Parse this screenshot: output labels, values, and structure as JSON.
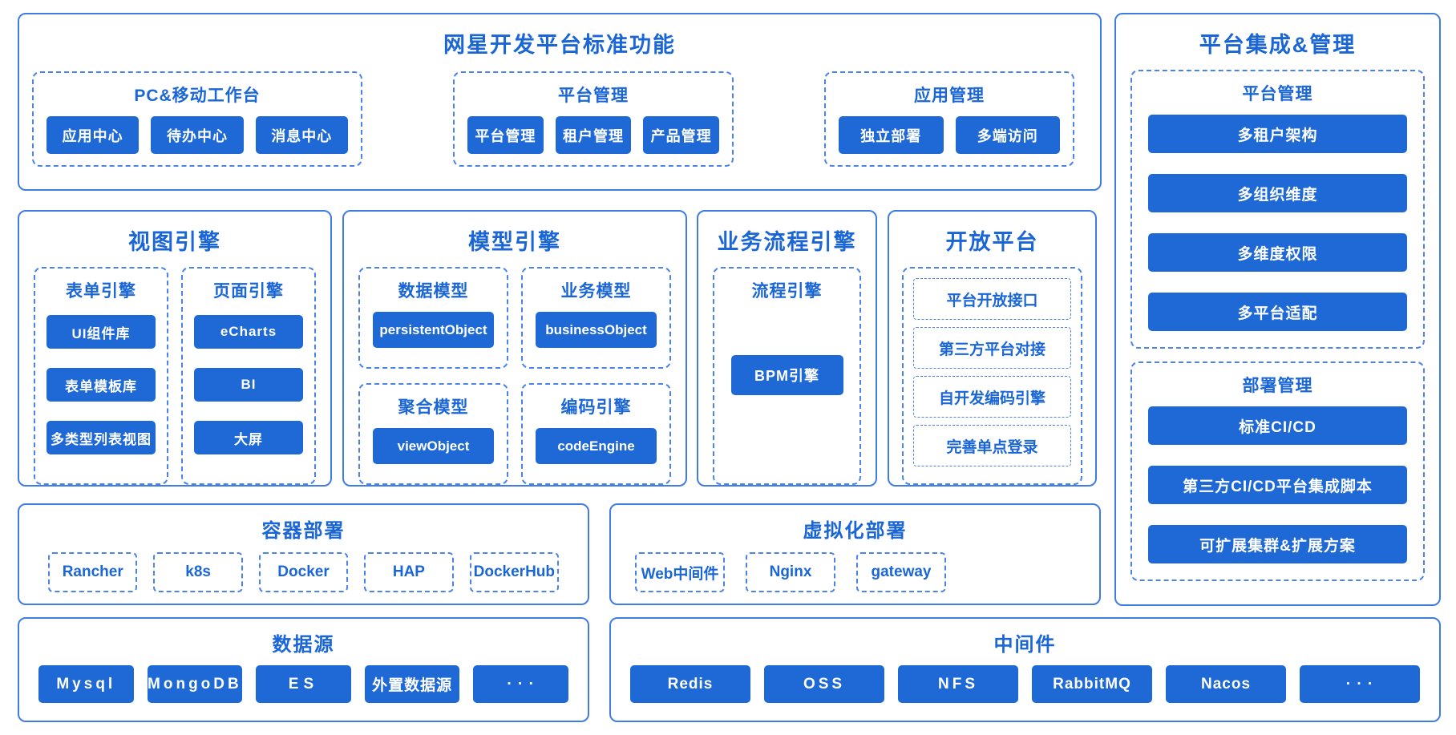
{
  "colors": {
    "accent": "#1a66d6",
    "block": "#1e69d6",
    "panel_border": "#3f7de2",
    "dashed_border": "#4b84e6"
  },
  "top_panel": {
    "title": "网星开发平台标准功能",
    "groups": [
      {
        "title": "PC&移动工作台",
        "items": [
          "应用中心",
          "待办中心",
          "消息中心"
        ]
      },
      {
        "title": "平台管理",
        "items": [
          "平台管理",
          "租户管理",
          "产品管理"
        ]
      },
      {
        "title": "应用管理",
        "items": [
          "独立部署",
          "多端访问"
        ]
      }
    ]
  },
  "view_engine": {
    "title": "视图引擎",
    "columns": [
      {
        "title": "表单引擎",
        "items": [
          "UI组件库",
          "表单模板库",
          "多类型列表视图"
        ]
      },
      {
        "title": "页面引擎",
        "items": [
          "eCharts",
          "BI",
          "大屏"
        ]
      }
    ]
  },
  "model_engine": {
    "title": "模型引擎",
    "cells": [
      {
        "title": "数据模型",
        "item": "persistentObject"
      },
      {
        "title": "业务模型",
        "item": "businessObject"
      },
      {
        "title": "聚合模型",
        "item": "viewObject"
      },
      {
        "title": "编码引擎",
        "item": "codeEngine"
      }
    ]
  },
  "process_engine": {
    "title": "业务流程引擎",
    "group_title": "流程引擎",
    "item": "BPM引擎"
  },
  "open_platform": {
    "title": "开放平台",
    "items": [
      "平台开放接口",
      "第三方平台对接",
      "自开发编码引擎",
      "完善单点登录"
    ]
  },
  "container_deploy": {
    "title": "容器部署",
    "items": [
      "Rancher",
      "k8s",
      "Docker",
      "HAP",
      "DockerHub"
    ]
  },
  "virtual_deploy": {
    "title": "虚拟化部署",
    "items": [
      "Web中间件",
      "Nginx",
      "gateway"
    ]
  },
  "datasource": {
    "title": "数据源",
    "items": [
      "Mysql",
      "MongoDB",
      "ES",
      "外置数据源",
      "· · ·"
    ]
  },
  "middleware": {
    "title": "中间件",
    "items": [
      "Redis",
      "OSS",
      "NFS",
      "RabbitMQ",
      "Nacos",
      "· · ·"
    ]
  },
  "integration_panel": {
    "title": "平台集成&管理",
    "sections": [
      {
        "title": "平台管理",
        "items": [
          "多租户架构",
          "多组织维度",
          "多维度权限",
          "多平台适配"
        ]
      },
      {
        "title": "部署管理",
        "items": [
          "标准CI/CD",
          "第三方CI/CD平台集成脚本",
          "可扩展集群&扩展方案"
        ]
      }
    ]
  }
}
